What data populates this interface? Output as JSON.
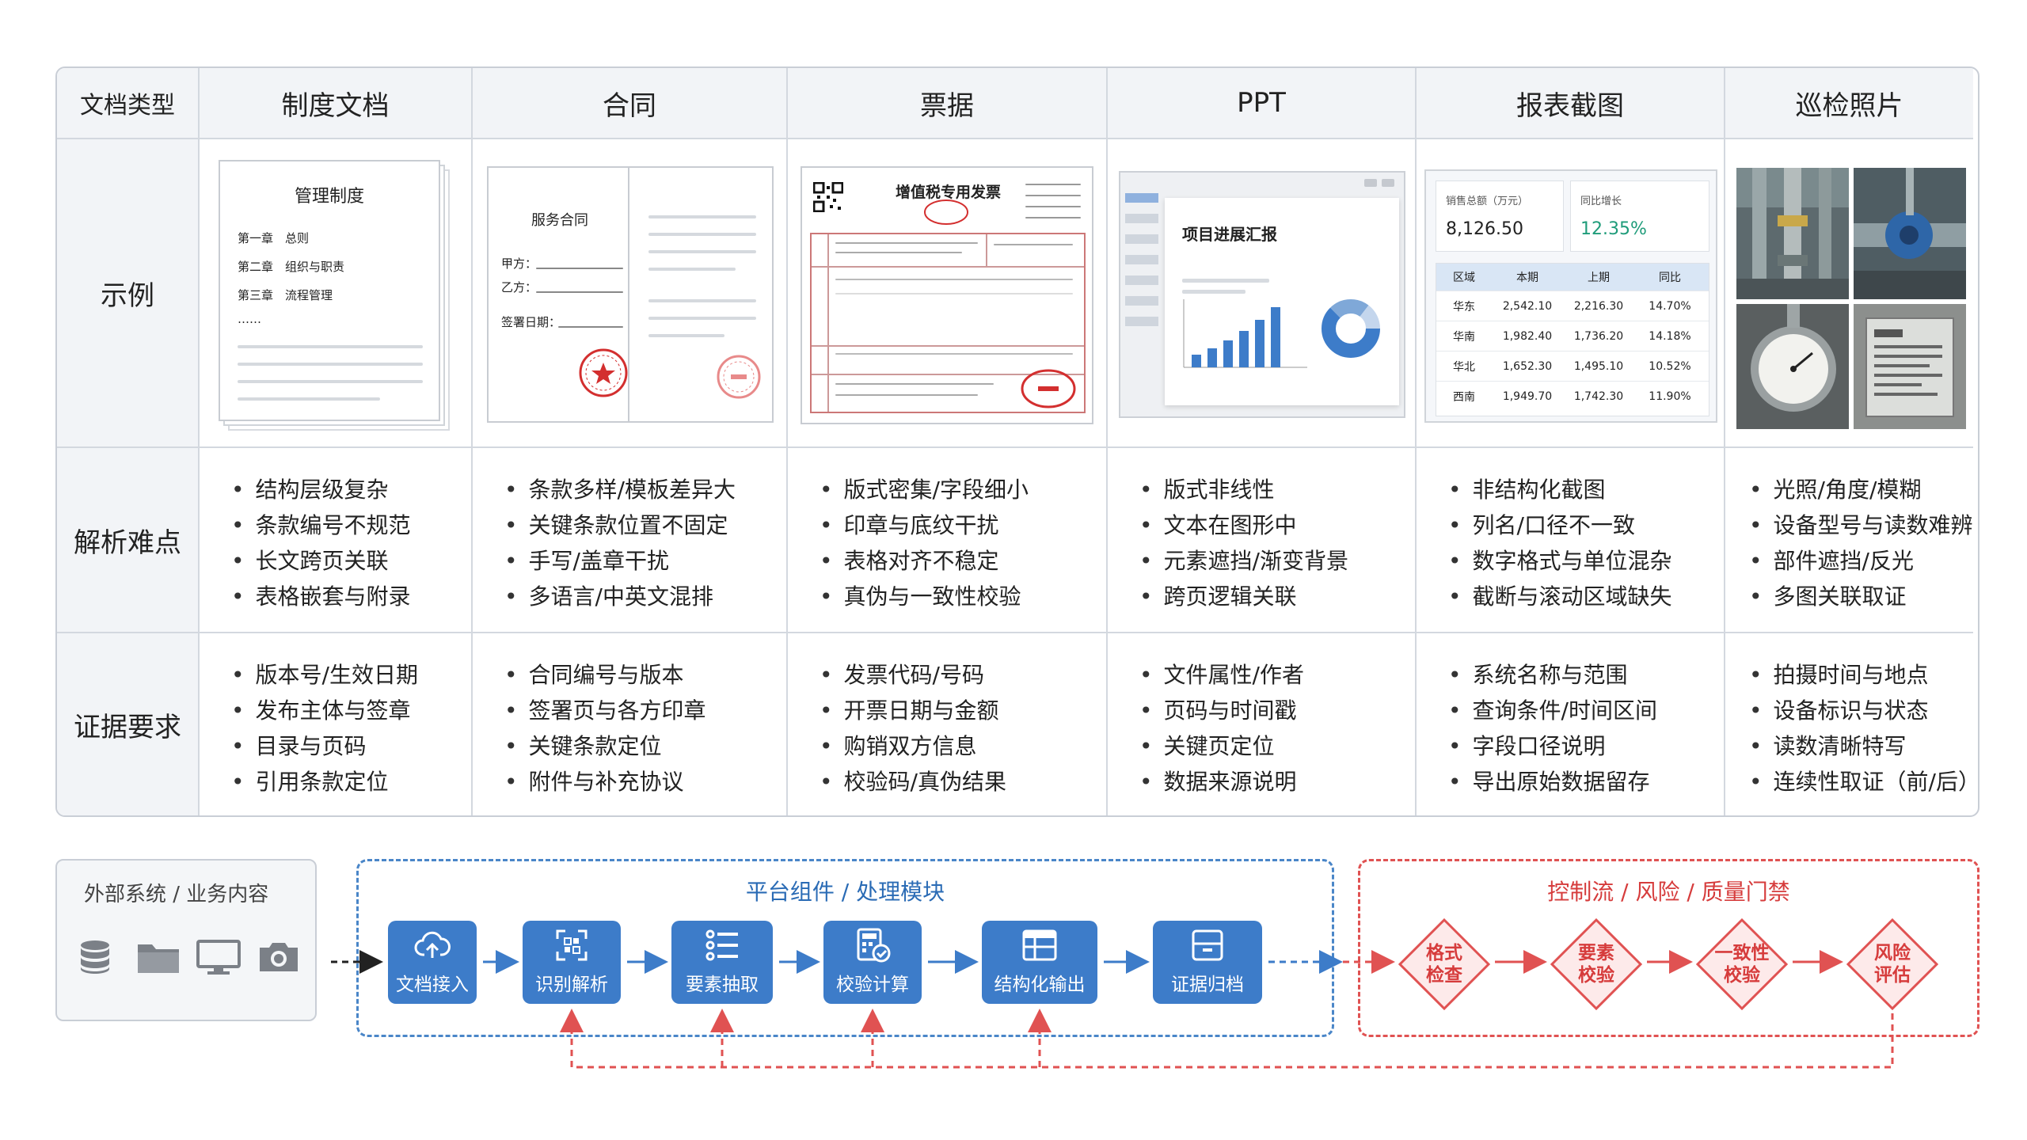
{
  "table": {
    "corner": "文档类型",
    "columns": [
      "制度文档",
      "合同",
      "票据",
      "PPT",
      "报表截图",
      "巡检照片"
    ],
    "rows": {
      "example": "示例",
      "difficulty": "解析难点",
      "evidence": "证据要求"
    },
    "difficulties": [
      [
        "结构层级复杂",
        "条款编号不规范",
        "长文跨页关联",
        "表格嵌套与附录"
      ],
      [
        "条款多样/模板差异大",
        "关键条款位置不固定",
        "手写/盖章干扰",
        "多语言/中英文混排"
      ],
      [
        "版式密集/字段细小",
        "印章与底纹干扰",
        "表格对齐不稳定",
        "真伪与一致性校验"
      ],
      [
        "版式非线性",
        "文本在图形中",
        "元素遮挡/渐变背景",
        "跨页逻辑关联"
      ],
      [
        "非结构化截图",
        "列名/口径不一致",
        "数字格式与单位混杂",
        "截断与滚动区域缺失"
      ],
      [
        "光照/角度/模糊",
        "设备型号与读数难辨",
        "部件遮挡/反光",
        "多图关联取证"
      ]
    ],
    "evidence": [
      [
        "版本号/生效日期",
        "发布主体与签章",
        "目录与页码",
        "引用条款定位"
      ],
      [
        "合同编号与版本",
        "签署页与各方印章",
        "关键条款定位",
        "附件与补充协议"
      ],
      [
        "发票代码/号码",
        "开票日期与金额",
        "购销双方信息",
        "校验码/真伪结果"
      ],
      [
        "文件属性/作者",
        "页码与时间戳",
        "关键页定位",
        "数据来源说明"
      ],
      [
        "系统名称与范围",
        "查询条件/时间区间",
        "字段口径说明",
        "导出原始数据留存"
      ],
      [
        "拍摄时间与地点",
        "设备标识与状态",
        "读数清晰特写",
        "连续性取证（前/后）"
      ]
    ]
  },
  "examples": {
    "policy": {
      "title": "管理制度",
      "lines": [
        "第一章　总则",
        "第二章　组织与职责",
        "第三章　流程管理",
        "……"
      ]
    },
    "contract": {
      "title": "服务合同",
      "party_a": "甲方：",
      "party_b": "乙方：",
      "sign_date": "签署日期："
    },
    "invoice": {
      "title": "增值税专用发票"
    },
    "ppt": {
      "title": "项目进展汇报"
    },
    "report": {
      "kpi1_label": "销售总额（万元）",
      "kpi1_value": "8,126.50",
      "kpi2_label": "同比增长",
      "kpi2_value": "12.35%",
      "headers": [
        "区域",
        "本期",
        "上期",
        "同比"
      ],
      "rows": [
        [
          "华东",
          "2,542.10",
          "2,216.30",
          "14.70%"
        ],
        [
          "华南",
          "1,982.40",
          "1,736.20",
          "14.18%"
        ],
        [
          "华北",
          "1,652.30",
          "1,495.10",
          "10.52%"
        ],
        [
          "西南",
          "1,949.70",
          "1,742.30",
          "11.90%"
        ]
      ]
    }
  },
  "flow": {
    "source_title": "外部系统 / 业务内容",
    "source_icons": [
      "database-icon",
      "folder-icon",
      "monitor-icon",
      "camera-icon"
    ],
    "platform_title": "平台组件 / 处理模块",
    "control_title": "控制流 / 风险 / 质量门禁",
    "modules": [
      {
        "label": "文档接入",
        "icon": "cloud-upload-icon"
      },
      {
        "label": "识别解析",
        "icon": "scan-icon"
      },
      {
        "label": "要素抽取",
        "icon": "list-icon"
      },
      {
        "label": "校验计算",
        "icon": "calc-check-icon"
      },
      {
        "label": "结构化输出",
        "icon": "table-icon"
      },
      {
        "label": "证据归档",
        "icon": "archive-icon"
      }
    ],
    "gates": [
      {
        "line1": "格式",
        "line2": "检查"
      },
      {
        "line1": "要素",
        "line2": "校验"
      },
      {
        "line1": "一致性",
        "line2": "校验"
      },
      {
        "line1": "风险",
        "line2": "评估"
      }
    ],
    "colors": {
      "blue": "#3d7cc9",
      "red": "#e05252",
      "dark": "#222222"
    }
  }
}
